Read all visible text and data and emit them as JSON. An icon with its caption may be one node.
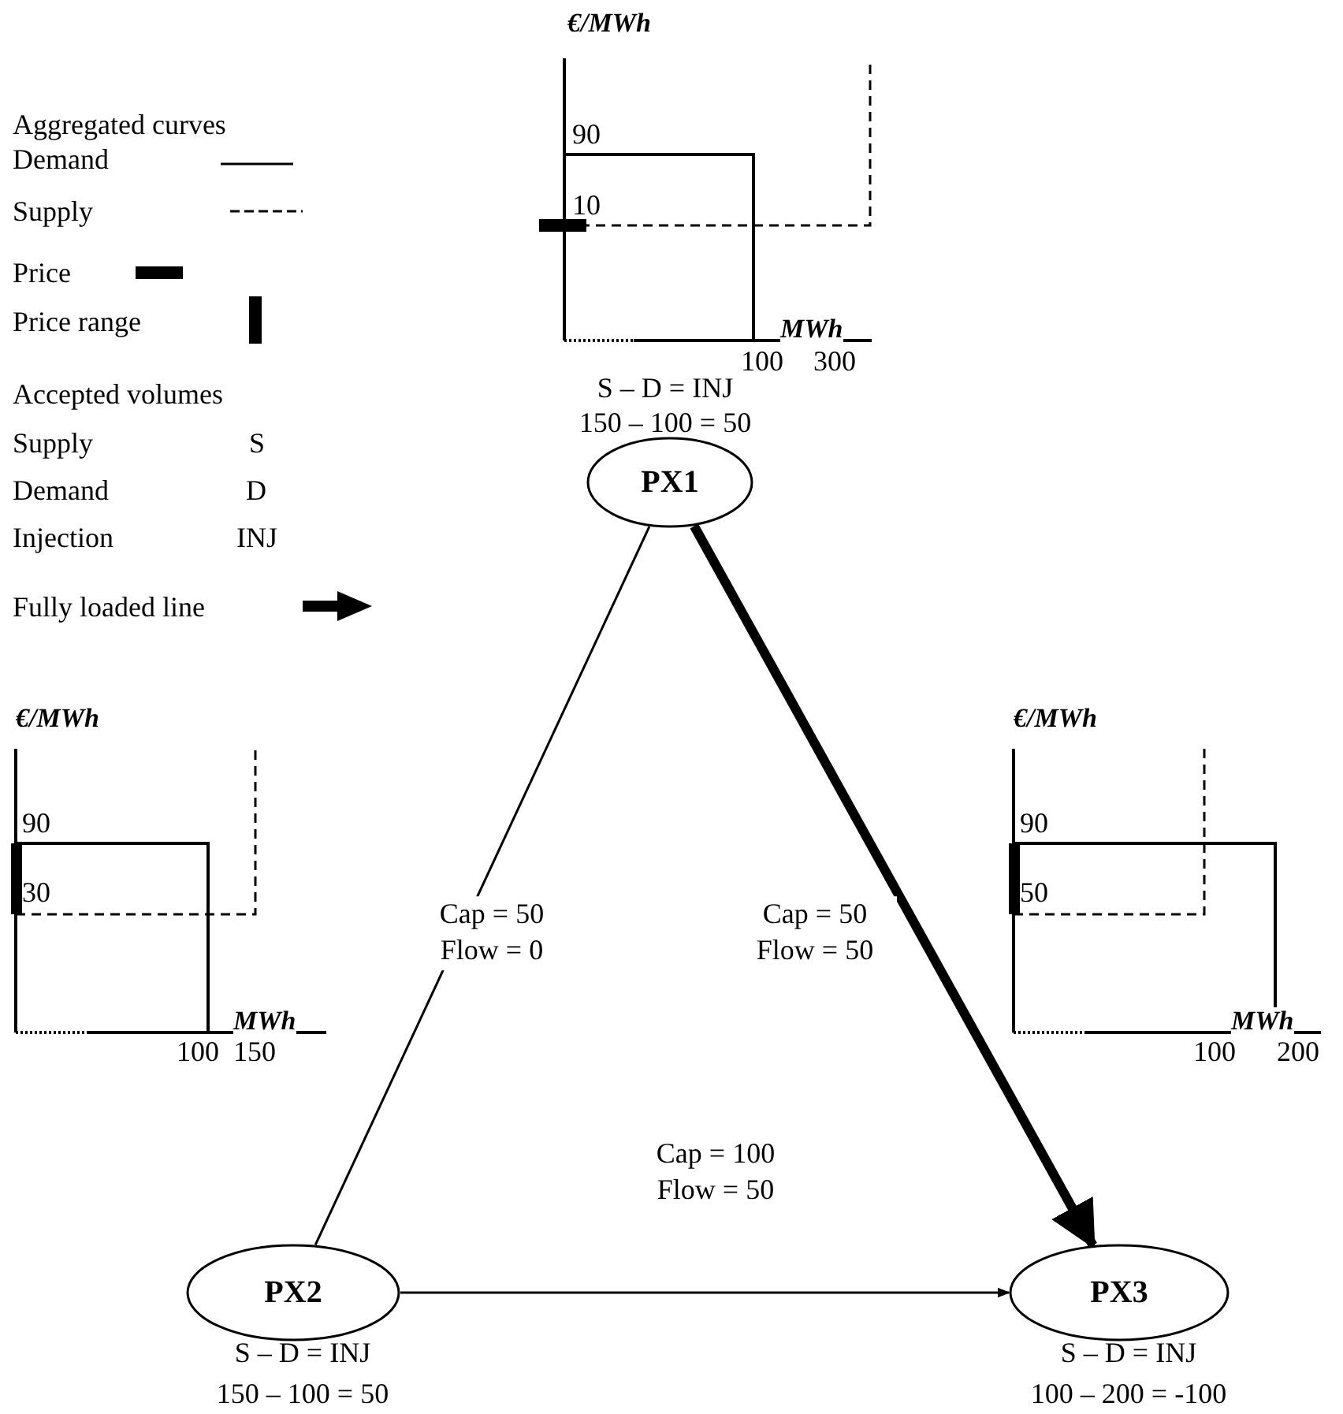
{
  "diagram": {
    "nodes": [
      {
        "text": [
          "PX1"
        ],
        "beside": [
          "S – D = INJ",
          "150 – 100 = 50"
        ]
      },
      {
        "text": [
          "PX2"
        ],
        "beside": [
          "S – D = INJ",
          "150 – 100 = 50"
        ]
      },
      {
        "text": [
          "PX3"
        ],
        "beside": [
          "S – D = INJ",
          "100 – 200 = -100"
        ]
      }
    ],
    "edges": [
      {
        "from": 0,
        "to": 1,
        "arrow": "none",
        "label": "Cap = 50 Flow = 0"
      },
      {
        "from": 0,
        "to": 2,
        "arrow": "to",
        "label": "Cap = 50 Flow = 50",
        "style": "thick"
      },
      {
        "from": 1,
        "to": 2,
        "arrow": "to",
        "label": "Cap = 100 Flow = 50"
      }
    ],
    "labels": [
      "€/MWh",
      "90",
      "10",
      "MWh",
      "100",
      "300",
      "Aggregated curves",
      "Accepted volumes",
      "Supply",
      "S",
      "Demand",
      "D",
      "Injection",
      "INJ",
      "€/MWh",
      "90",
      "30",
      "MWh",
      "100",
      "150",
      "€/MWh",
      "90",
      "50",
      "MWh",
      "100",
      "200"
    ],
    "legend": [
      {
        "text": "Demand"
      },
      {
        "text": "Supply"
      },
      {
        "text": "Price"
      },
      {
        "text": "Price range"
      },
      {
        "text": "Fully loaded line"
      }
    ]
  }
}
